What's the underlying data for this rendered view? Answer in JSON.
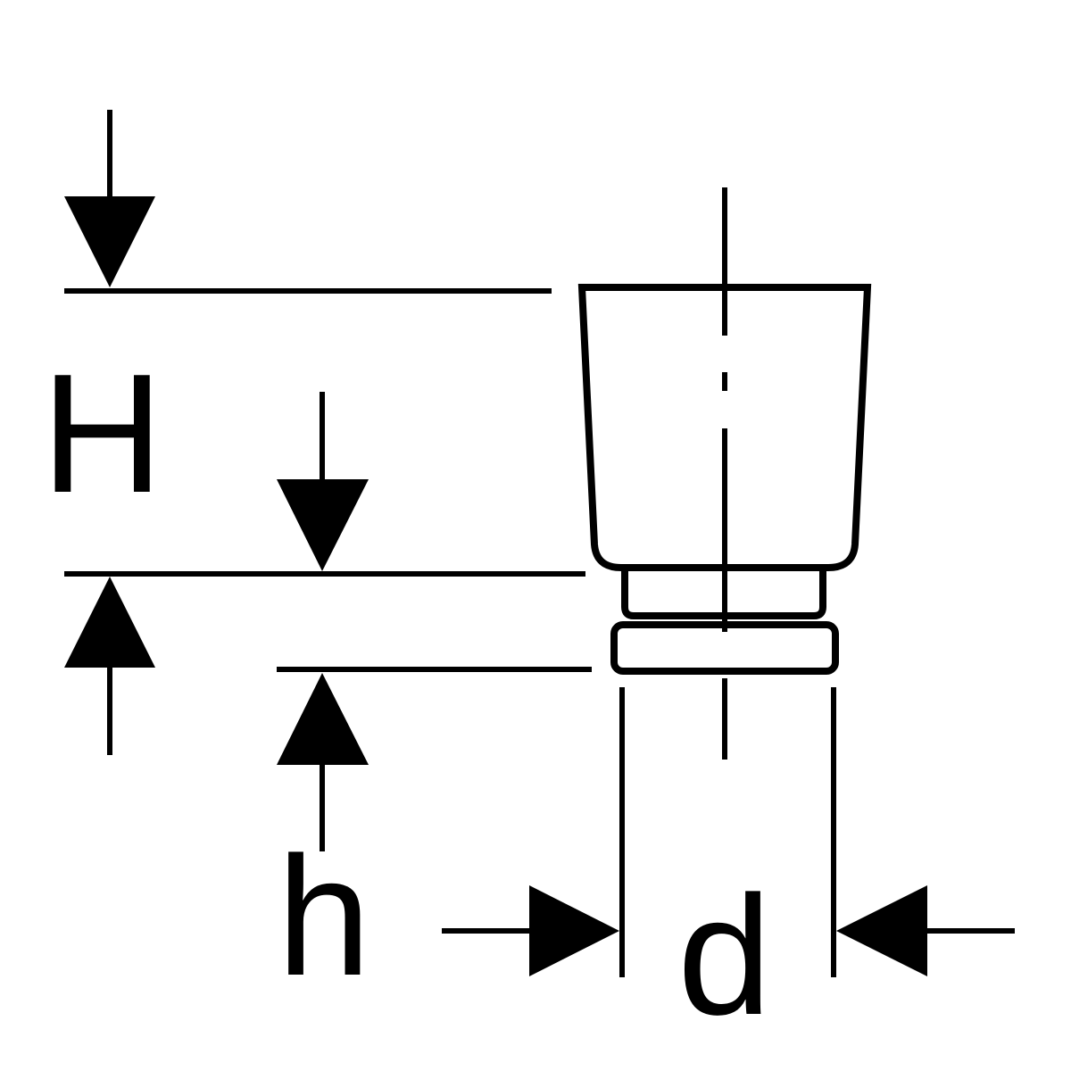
{
  "labels": {
    "height_total": "H",
    "height_lower": "h",
    "diameter": "d"
  },
  "colors": {
    "stroke": "#000000",
    "background": "#ffffff"
  }
}
